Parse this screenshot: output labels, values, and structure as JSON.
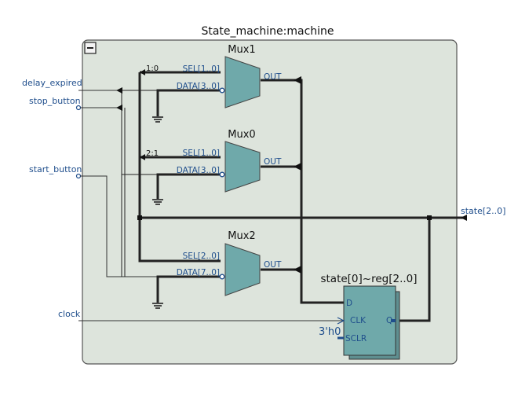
{
  "title": "State_machine:machine",
  "ports_in": {
    "delay_expired": "delay_expired",
    "stop_button": "stop_button",
    "start_button": "start_button",
    "clock": "clock"
  },
  "port_out": "state[2..0]",
  "mux1": {
    "name": "Mux1",
    "sel": "SEL[1..0]",
    "data": "DATA[3..0]",
    "out": "OUT",
    "bus": "1:0"
  },
  "mux0": {
    "name": "Mux0",
    "sel": "SEL[1..0]",
    "data": "DATA[3..0]",
    "out": "OUT",
    "bus": "2:1"
  },
  "mux2": {
    "name": "Mux2",
    "sel": "SEL[2..0]",
    "data": "DATA[7..0]",
    "out": "OUT"
  },
  "reg": {
    "name": "state[0]~reg[2..0]",
    "d": "D",
    "clk": "CLK",
    "sclr": "SCLR",
    "q": "Q",
    "const": "3'h0"
  },
  "colors": {
    "panel": "#dde4dc",
    "mux": "#6fa9aa",
    "text_blue": "#1f4e8c",
    "wire": "#222222"
  }
}
